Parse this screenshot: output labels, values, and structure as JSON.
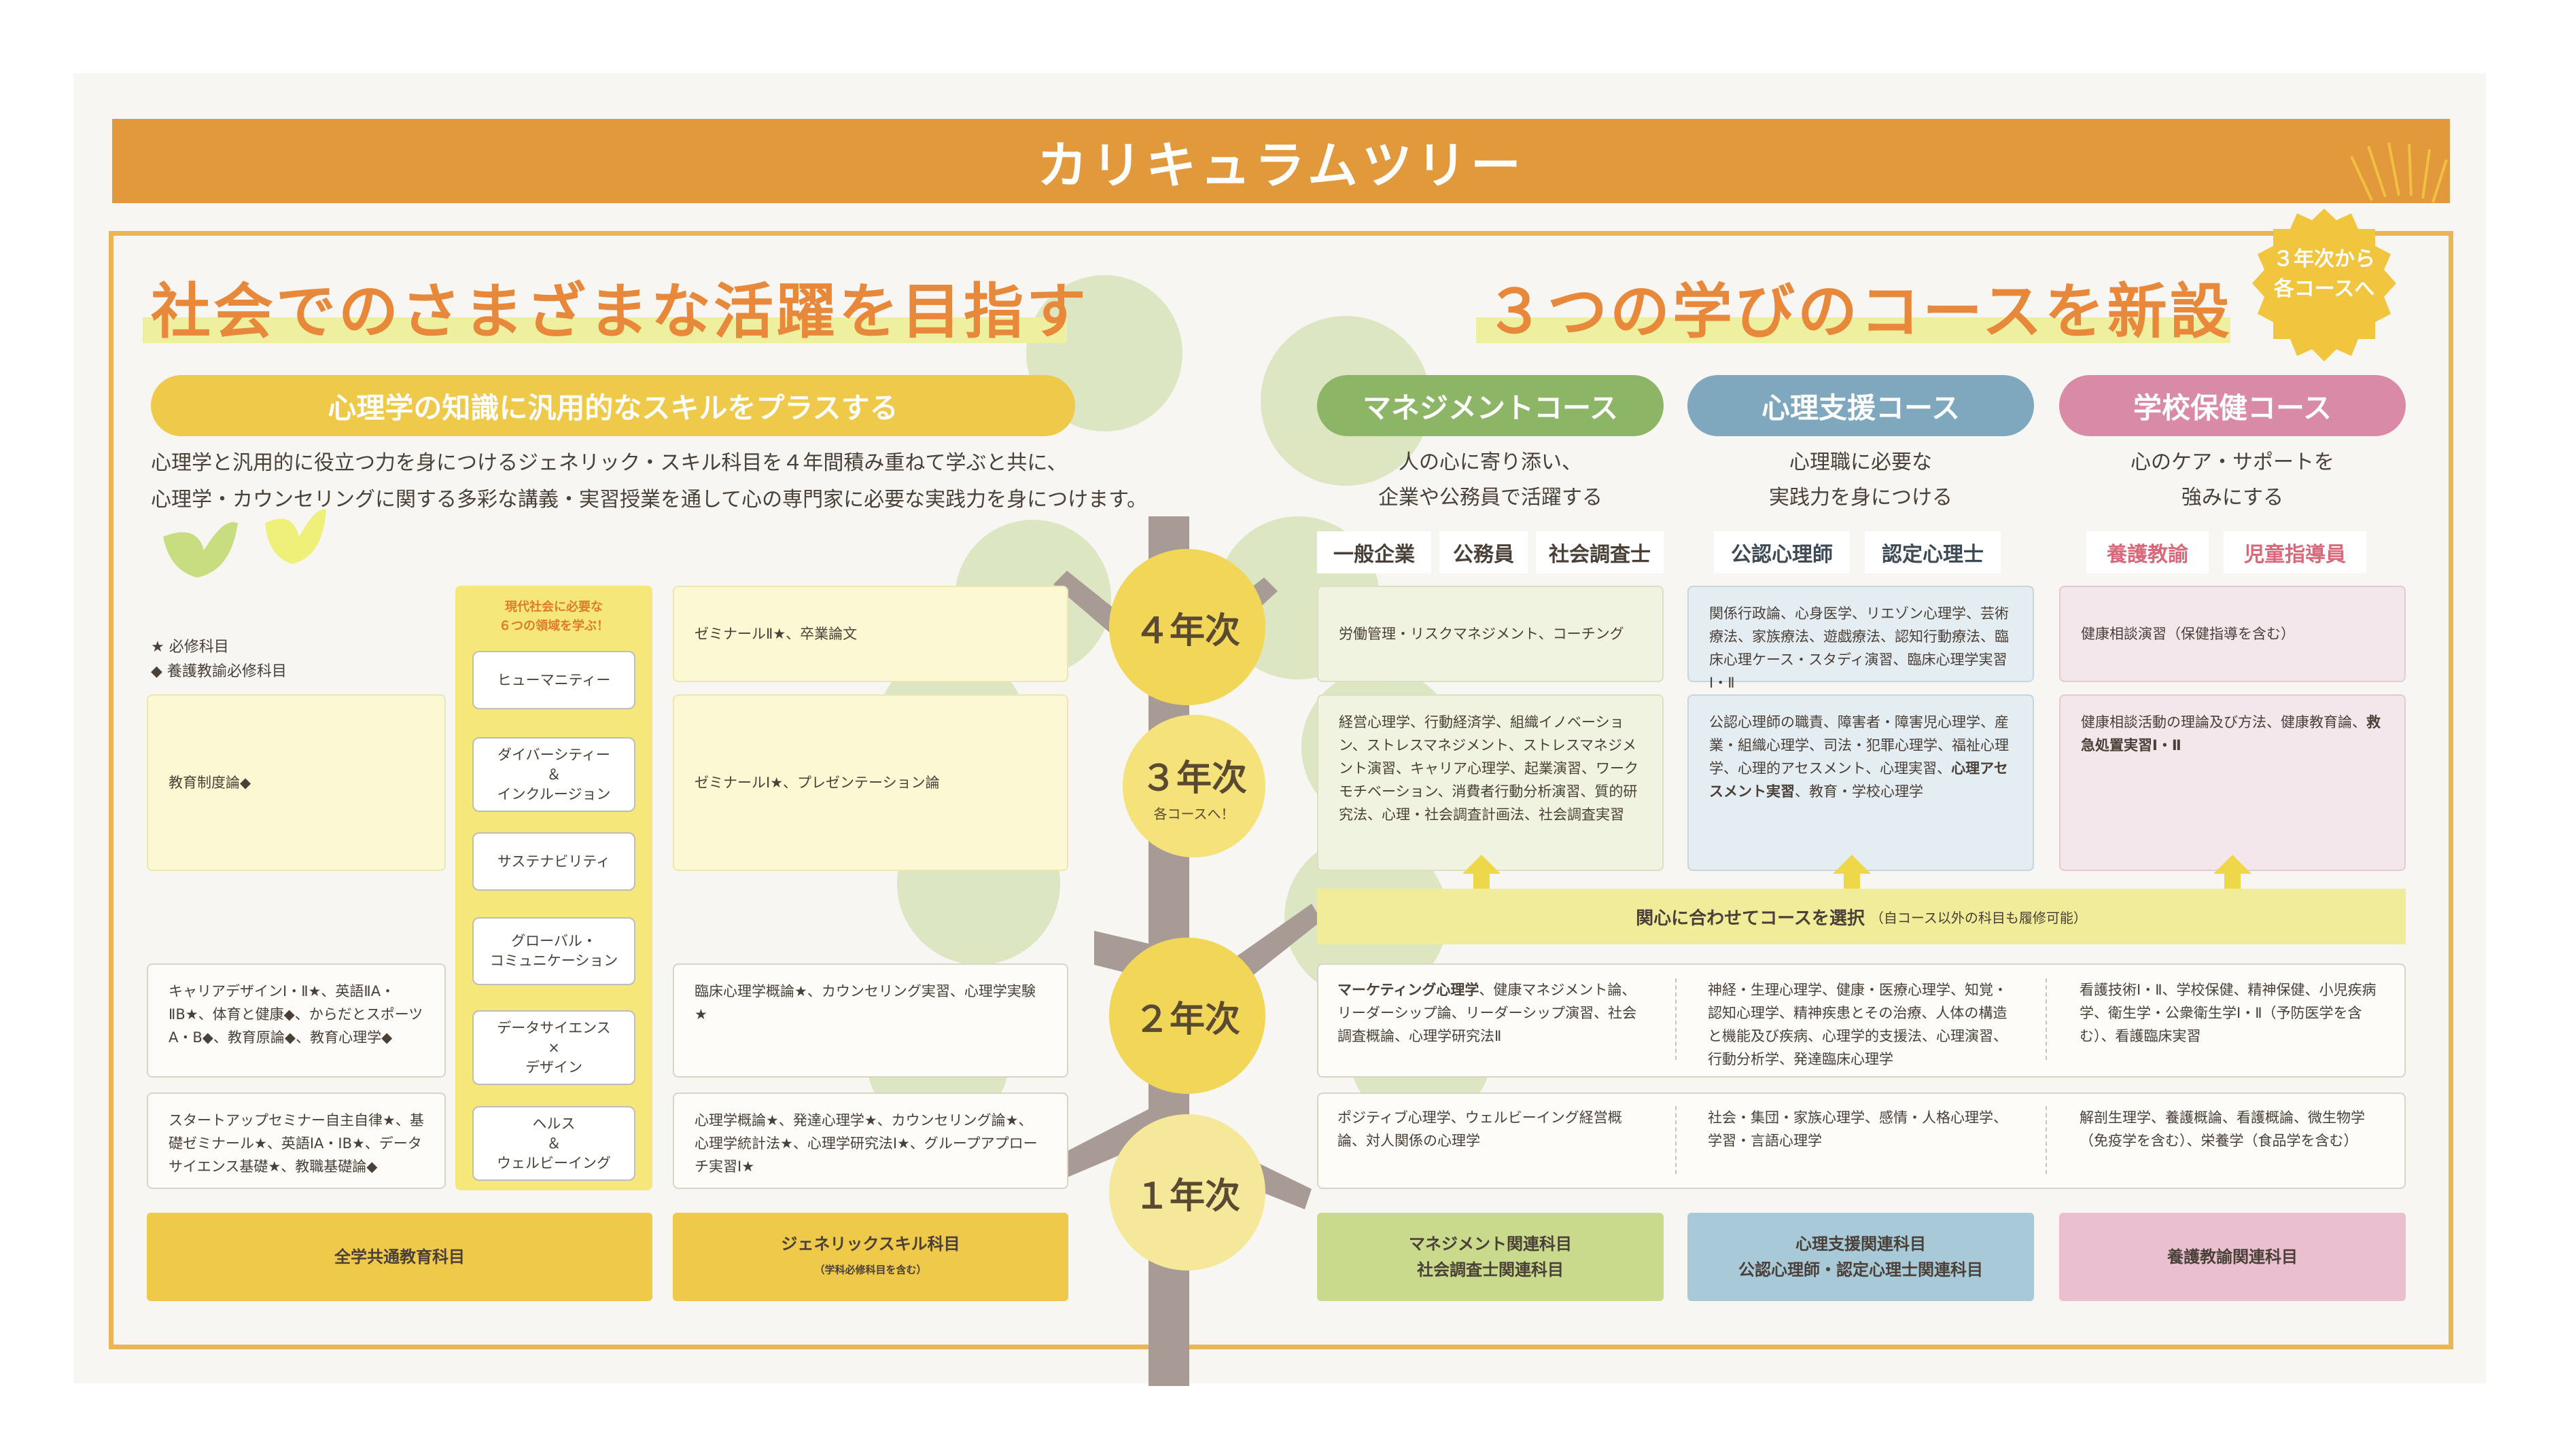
{
  "title": "カリキュラムツリー",
  "left_heading": "社会でのさまざまな活躍を目指す",
  "right_heading": "３つの学びのコースを新設",
  "badge": {
    "line1": "３年次から",
    "line2": "各コースへ"
  },
  "generic": {
    "pill": "心理学の知識に汎用的なスキルをプラスする",
    "intro1": "心理学と汎用的に役立つ力を身につけるジェネリック・スキル科目を４年間積み重ねて学ぶと共に、",
    "intro2": "心理学・カウンセリングに関する多彩な講義・実習授業を通して心の専門家に必要な実践力を身につけます。"
  },
  "legend": {
    "star": "★ 必修科目",
    "diamond": "◆ 養護教諭必修科目"
  },
  "skills_header": {
    "line1": "現代社会に必要な",
    "line2": "６つの領域を学ぶ！"
  },
  "skills": [
    {
      "l1": "ヒューマニティー",
      "l2": "",
      "l3": ""
    },
    {
      "l1": "ダイバーシティー",
      "l2": "＆",
      "l3": "インクルージョン"
    },
    {
      "l1": "サステナビリティ",
      "l2": "",
      "l3": ""
    },
    {
      "l1": "グローバル・",
      "l2": "コミュニケーション",
      "l3": ""
    },
    {
      "l1": "データサイエンス",
      "l2": "×",
      "l3": "デザイン"
    },
    {
      "l1": "ヘルス",
      "l2": "＆",
      "l3": "ウェルビーイング"
    }
  ],
  "years": {
    "y4": "４年次",
    "y3": "３年次",
    "y3_sub": "各コースへ！",
    "y2": "２年次",
    "y1": "１年次"
  },
  "common": {
    "y3": "教育制度論◆",
    "y2": "キャリアデザインⅠ・Ⅱ★、英語ⅡA・ⅡB★、体育と健康◆、からだとスポーツA・B◆、教育原論◆、教育心理学◆",
    "y1": "スタートアップセミナー自主自律★、基礎ゼミナール★、英語ⅠA・ⅠB★、データサイエンス基礎★、教職基礎論◆",
    "footer": "全学共通教育科目"
  },
  "generic_col": {
    "y4": "ゼミナールⅡ★、卒業論文",
    "y3": "ゼミナールⅠ★、プレゼンテーション論",
    "y2": "臨床心理学概論★、カウンセリング実習、心理学実験★",
    "y1": "心理学概論★、発達心理学★、カウンセリング論★、心理学統計法★、心理学研究法Ⅰ★、グループアプローチ実習Ⅰ★",
    "footer": "ジェネリックスキル科目",
    "footer_sub": "（学科必修科目を含む）"
  },
  "courses": [
    {
      "name": "マネジメントコース",
      "color": "#8db566",
      "desc1": "人の心に寄り添い、",
      "desc2": "企業や公務員で活躍する",
      "tags": [
        "一般企業",
        "公務員",
        "社会調査士"
      ],
      "tag_color": "#4a4038",
      "y4": "労働管理・リスクマネジメント、コーチング",
      "y3": "経営心理学、行動経済学、組織イノベーション、ストレスマネジメント、ストレスマネジメント演習、キャリア心理学、起業演習、ワークモチベーション、消費者行動分析演習、質的研究法、心理・社会調査計画法、社会調査実習",
      "y2_bold": "マーケティング心理学",
      "y2": "、健康マネジメント論、リーダーシップ論、リーダーシップ演習、社会調査概論、心理学研究法Ⅱ",
      "y1": "ポジティブ心理学、ウェルビーイング経営概論、対人関係の心理学",
      "footer1": "マネジメント関連科目",
      "footer2": "社会調査士関連科目"
    },
    {
      "name": "心理支援コース",
      "color": "#7fa7bd",
      "desc1": "心理職に必要な",
      "desc2": "実践力を身につける",
      "tags": [
        "公認心理師",
        "認定心理士"
      ],
      "tag_color": "#3e4a56",
      "y4": "関係行政論、心身医学、リエゾン心理学、芸術療法、家族療法、遊戯療法、認知行動療法、臨床心理ケース・スタディ演習、臨床心理学実習Ⅰ・Ⅱ",
      "y3": "公認心理師の職責、障害者・障害児心理学、産業・組織心理学、司法・犯罪心理学、福祉心理学、心理的アセスメント、心理実習、",
      "y3_bold": "心理アセスメント実習",
      "y3_tail": "、教育・学校心理学",
      "y2": "神経・生理心理学、健康・医療心理学、知覚・認知心理学、精神疾患とその治療、人体の構造と機能及び疾病、心理学的支援法、心理演習、行動分析学、発達臨床心理学",
      "y1": "社会・集団・家族心理学、感情・人格心理学、学習・言語心理学",
      "footer1": "心理支援関連科目",
      "footer2": "公認心理師・認定心理士関連科目"
    },
    {
      "name": "学校保健コース",
      "color": "#d98aa6",
      "desc1": "心のケア・サポートを",
      "desc2": "強みにする",
      "tags": [
        "養護教諭",
        "児童指導員"
      ],
      "tag_color": "#d9697a",
      "y4": "健康相談演習（保健指導を含む）",
      "y3": "健康相談活動の理論及び方法、健康教育論、",
      "y3_bold": "救急処置実習Ⅰ・Ⅱ",
      "y2": "看護技術Ⅰ・Ⅱ、学校保健、精神保健、小児疾病学、衛生学・公衆衛生学Ⅰ・Ⅱ（予防医学を含む）、看護臨床実習",
      "y1": "解剖生理学、養護概論、看護概論、微生物学（免疫学を含む）、栄養学（食品学を含む）",
      "footer1": "養護教諭関連科目",
      "footer2": ""
    }
  ],
  "select_bar": {
    "main": "関心に合わせてコースを選択",
    "sub": "（自コース以外の科目も履修可能）"
  },
  "colors": {
    "accent": "#e2993c",
    "tree_trunk": "#a89a94",
    "year_circle": "#f2d657"
  }
}
